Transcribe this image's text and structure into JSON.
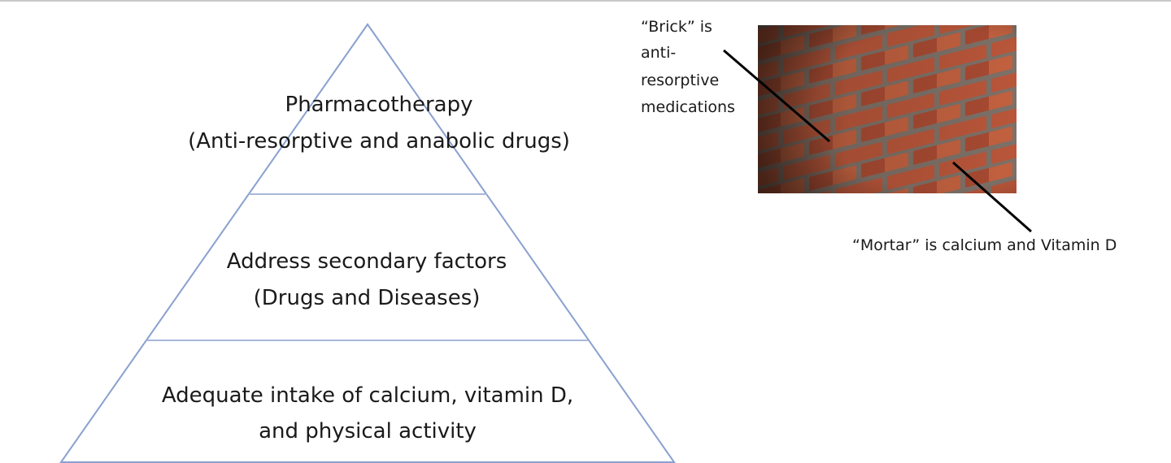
{
  "pyramid": {
    "tiers": [
      {
        "line1": "Pharmacotherapy",
        "line2": "(Anti-resorptive and anabolic drugs)"
      },
      {
        "line1": "Address secondary factors",
        "line2": "(Drugs and Diseases)"
      },
      {
        "line1": "Adequate intake of calcium, vitamin D,",
        "line2": "and physical activity"
      }
    ],
    "outline_color": "#8aa0cf"
  },
  "brick_wall": {
    "image_desc": "brick-wall-photo",
    "brick_color": "#b8553a",
    "mortar_color": "#8a8078"
  },
  "annotations": {
    "brick_label": [
      "“Brick” is",
      "anti-",
      "resorptive",
      "medications"
    ],
    "mortar_label": "“Mortar” is calcium and Vitamin D"
  }
}
